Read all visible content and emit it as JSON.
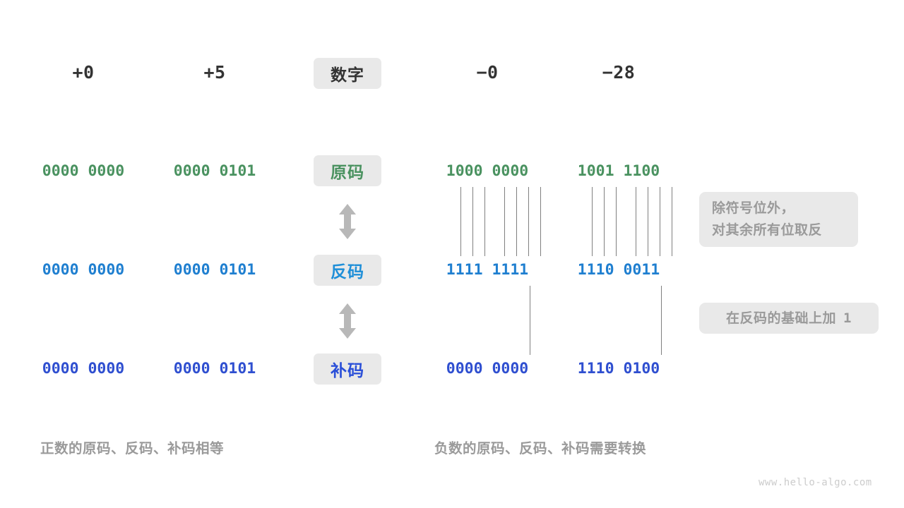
{
  "diagram": {
    "title_row": {
      "label": "数字",
      "columns": [
        {
          "name": "pos-zero",
          "value": "+0"
        },
        {
          "name": "pos-five",
          "value": "+5"
        },
        {
          "name": "neg-zero",
          "value": "−0"
        },
        {
          "name": "neg-28",
          "value": "−28"
        }
      ]
    },
    "rows": [
      {
        "key": "sign-magnitude",
        "label": "原码",
        "color": "#4a9260",
        "cells": [
          "0000 0000",
          "0000 0101",
          "1000 0000",
          "1001 1100"
        ]
      },
      {
        "key": "ones-complement",
        "label": "反码",
        "color": "#1f8fd8",
        "cells": [
          "0000 0000",
          "0000 0101",
          "1111 1111",
          "1110 0011"
        ]
      },
      {
        "key": "twos-complement",
        "label": "补码",
        "color": "#2a4fd8",
        "cells": [
          "0000 0000",
          "0000 0101",
          "0000 0000",
          "1110 0100"
        ]
      }
    ],
    "notes": [
      {
        "key": "invert-note",
        "lines": [
          "除符号位外，",
          "对其余所有位取反"
        ]
      },
      {
        "key": "add-one-note",
        "text_before": "在反码的基础上加",
        "mono_value": "1"
      }
    ],
    "captions": {
      "left": "正数的原码、反码、补码相等",
      "right": "负数的原码、反码、补码需要转换"
    },
    "watermark": "www.hello-algo.com",
    "colors": {
      "pill_bg": "#e9e9e9",
      "note_bg": "#e9e9e9",
      "note_text": "#9a9a9a",
      "connector": "#808080",
      "arrow": "#b8b8b8",
      "header_text": "#333333",
      "background": "#ffffff"
    }
  }
}
